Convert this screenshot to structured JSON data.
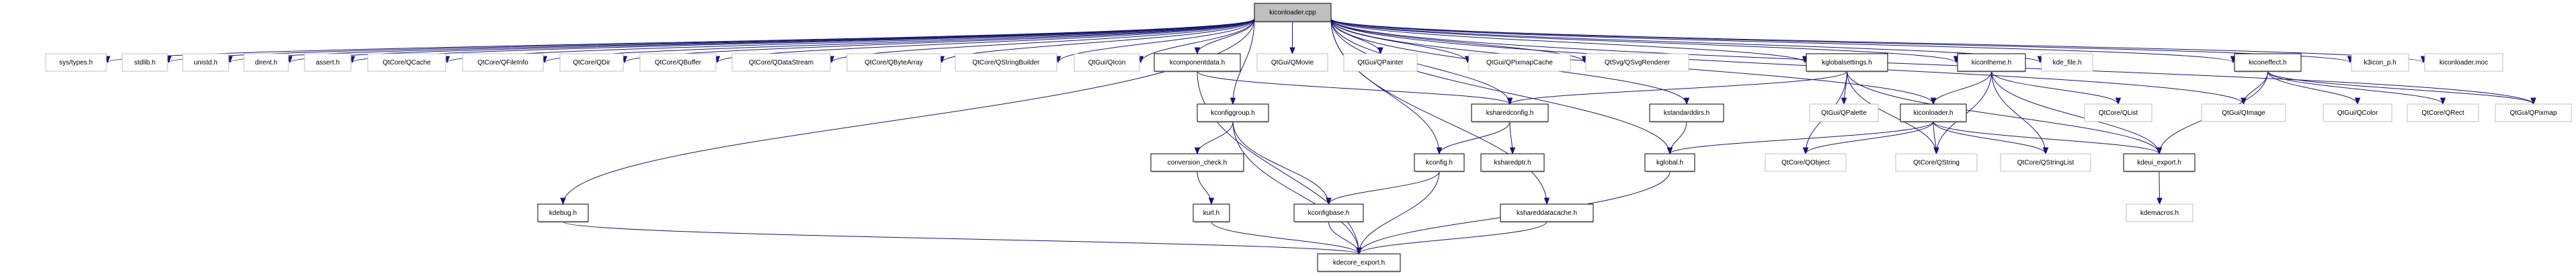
{
  "title": "kiconloader.cpp",
  "colors": {
    "edge": "#191970",
    "root_fill": "#bfbfbf",
    "internal_border": "#000000",
    "external_border": "#bfbfbf"
  },
  "nodes": [
    {
      "id": "kiconloader_cpp",
      "label": "kiconloader.cpp",
      "kind": "root"
    },
    {
      "id": "sys_types",
      "label": "sys/types.h",
      "kind": "ext"
    },
    {
      "id": "stdlib",
      "label": "stdlib.h",
      "kind": "ext"
    },
    {
      "id": "unistd",
      "label": "unistd.h",
      "kind": "ext"
    },
    {
      "id": "dirent",
      "label": "dirent.h",
      "kind": "ext"
    },
    {
      "id": "assert",
      "label": "assert.h",
      "kind": "ext"
    },
    {
      "id": "qcache",
      "label": "QtCore/QCache",
      "kind": "ext"
    },
    {
      "id": "qfileinfo",
      "label": "QtCore/QFileInfo",
      "kind": "ext"
    },
    {
      "id": "qdir",
      "label": "QtCore/QDir",
      "kind": "ext"
    },
    {
      "id": "qbuffer",
      "label": "QtCore/QBuffer",
      "kind": "ext"
    },
    {
      "id": "qdatastream",
      "label": "QtCore/QDataStream",
      "kind": "ext"
    },
    {
      "id": "qbytearray",
      "label": "QtCore/QByteArray",
      "kind": "ext"
    },
    {
      "id": "qstringbuilder",
      "label": "QtCore/QStringBuilder",
      "kind": "ext"
    },
    {
      "id": "qicon",
      "label": "QtGui/QIcon",
      "kind": "ext"
    },
    {
      "id": "kcomponentdata",
      "label": "kcomponentdata.h",
      "kind": "int"
    },
    {
      "id": "qmovie",
      "label": "QtGui/QMovie",
      "kind": "ext"
    },
    {
      "id": "qpainter",
      "label": "QtGui/QPainter",
      "kind": "ext"
    },
    {
      "id": "qpixmapcache",
      "label": "QtGui/QPixmapCache",
      "kind": "ext"
    },
    {
      "id": "qsvgrenderer",
      "label": "QtSvg/QSvgRenderer",
      "kind": "ext"
    },
    {
      "id": "kglobalsettings",
      "label": "kglobalsettings.h",
      "kind": "int"
    },
    {
      "id": "kicontheme",
      "label": "kicontheme.h",
      "kind": "int"
    },
    {
      "id": "kde_file",
      "label": "kde_file.h",
      "kind": "ext"
    },
    {
      "id": "kiconeffect",
      "label": "kiconeffect.h",
      "kind": "int"
    },
    {
      "id": "k3icon_p",
      "label": "k3icon_p.h",
      "kind": "ext"
    },
    {
      "id": "kiconloader_moc",
      "label": "kiconloader.moc",
      "kind": "ext"
    },
    {
      "id": "kconfiggroup",
      "label": "kconfiggroup.h",
      "kind": "int"
    },
    {
      "id": "ksharedconfig",
      "label": "ksharedconfig.h",
      "kind": "int"
    },
    {
      "id": "kstandarddirs",
      "label": "kstandarddirs.h",
      "kind": "int"
    },
    {
      "id": "qpalette",
      "label": "QtGui/QPalette",
      "kind": "ext"
    },
    {
      "id": "kiconloader_h",
      "label": "kiconloader.h",
      "kind": "int"
    },
    {
      "id": "qlist",
      "label": "QtCore/QList",
      "kind": "ext"
    },
    {
      "id": "qimage",
      "label": "QtGui/QImage",
      "kind": "ext"
    },
    {
      "id": "qcolor",
      "label": "QtGui/QColor",
      "kind": "ext"
    },
    {
      "id": "qrect",
      "label": "QtCore/QRect",
      "kind": "ext"
    },
    {
      "id": "qpixmap",
      "label": "QtGui/QPixmap",
      "kind": "ext"
    },
    {
      "id": "conversion_check",
      "label": "conversion_check.h",
      "kind": "int"
    },
    {
      "id": "kconfig",
      "label": "kconfig.h",
      "kind": "int"
    },
    {
      "id": "ksharedptr",
      "label": "ksharedptr.h",
      "kind": "int"
    },
    {
      "id": "kglobal",
      "label": "kglobal.h",
      "kind": "int"
    },
    {
      "id": "qobject",
      "label": "QtCore/QObject",
      "kind": "ext"
    },
    {
      "id": "qstring",
      "label": "QtCore/QString",
      "kind": "ext"
    },
    {
      "id": "qstringlist",
      "label": "QtCore/QStringList",
      "kind": "ext"
    },
    {
      "id": "kdeui_export",
      "label": "kdeui_export.h",
      "kind": "int"
    },
    {
      "id": "kdebug",
      "label": "kdebug.h",
      "kind": "int"
    },
    {
      "id": "kurl",
      "label": "kurl.h",
      "kind": "int"
    },
    {
      "id": "kconfigbase",
      "label": "kconfigbase.h",
      "kind": "int"
    },
    {
      "id": "kshareddatacache",
      "label": "kshareddatacache.h",
      "kind": "int"
    },
    {
      "id": "kdemacros",
      "label": "kdemacros.h",
      "kind": "ext"
    },
    {
      "id": "kdecore_export",
      "label": "kdecore_export.h",
      "kind": "int"
    }
  ],
  "edges": [
    [
      "kiconloader_cpp",
      "sys_types"
    ],
    [
      "kiconloader_cpp",
      "stdlib"
    ],
    [
      "kiconloader_cpp",
      "unistd"
    ],
    [
      "kiconloader_cpp",
      "dirent"
    ],
    [
      "kiconloader_cpp",
      "assert"
    ],
    [
      "kiconloader_cpp",
      "qcache"
    ],
    [
      "kiconloader_cpp",
      "qfileinfo"
    ],
    [
      "kiconloader_cpp",
      "qdir"
    ],
    [
      "kiconloader_cpp",
      "qbuffer"
    ],
    [
      "kiconloader_cpp",
      "qdatastream"
    ],
    [
      "kiconloader_cpp",
      "qbytearray"
    ],
    [
      "kiconloader_cpp",
      "qstringbuilder"
    ],
    [
      "kiconloader_cpp",
      "qicon"
    ],
    [
      "kiconloader_cpp",
      "kcomponentdata"
    ],
    [
      "kiconloader_cpp",
      "qmovie"
    ],
    [
      "kiconloader_cpp",
      "qpainter"
    ],
    [
      "kiconloader_cpp",
      "qpixmapcache"
    ],
    [
      "kiconloader_cpp",
      "qsvgrenderer"
    ],
    [
      "kiconloader_cpp",
      "kglobalsettings"
    ],
    [
      "kiconloader_cpp",
      "kicontheme"
    ],
    [
      "kiconloader_cpp",
      "kde_file"
    ],
    [
      "kiconloader_cpp",
      "kiconeffect"
    ],
    [
      "kiconloader_cpp",
      "k3icon_p"
    ],
    [
      "kiconloader_cpp",
      "kiconloader_moc"
    ],
    [
      "kiconloader_cpp",
      "kconfiggroup"
    ],
    [
      "kiconloader_cpp",
      "kdebug"
    ],
    [
      "kiconloader_cpp",
      "kconfig"
    ],
    [
      "kiconloader_cpp",
      "kstandarddirs"
    ],
    [
      "kiconloader_cpp",
      "kglobal"
    ],
    [
      "kiconloader_cpp",
      "kshareddatacache"
    ],
    [
      "kiconloader_cpp",
      "kiconloader_h"
    ],
    [
      "kiconloader_cpp",
      "qimage"
    ],
    [
      "kiconloader_cpp",
      "qpixmap"
    ],
    [
      "kiconloader_cpp",
      "ksharedconfig"
    ],
    [
      "kcomponentdata",
      "ksharedconfig"
    ],
    [
      "kcomponentdata",
      "kdecore_export"
    ],
    [
      "kglobalsettings",
      "ksharedconfig"
    ],
    [
      "kglobalsettings",
      "qpalette"
    ],
    [
      "kglobalsettings",
      "qobject"
    ],
    [
      "kglobalsettings",
      "qstring"
    ],
    [
      "kglobalsettings",
      "kdeui_export"
    ],
    [
      "kicontheme",
      "kiconloader_h"
    ],
    [
      "kicontheme",
      "qlist"
    ],
    [
      "kicontheme",
      "qstring"
    ],
    [
      "kicontheme",
      "qstringlist"
    ],
    [
      "kicontheme",
      "kdeui_export"
    ],
    [
      "kiconeffect",
      "qimage"
    ],
    [
      "kiconeffect",
      "qcolor"
    ],
    [
      "kiconeffect",
      "qrect"
    ],
    [
      "kiconeffect",
      "qpixmap"
    ],
    [
      "kiconeffect",
      "kdeui_export"
    ],
    [
      "kconfiggroup",
      "conversion_check"
    ],
    [
      "kconfiggroup",
      "kconfigbase"
    ],
    [
      "kconfiggroup",
      "kdecore_export"
    ],
    [
      "ksharedconfig",
      "kconfig"
    ],
    [
      "ksharedconfig",
      "ksharedptr"
    ],
    [
      "kstandarddirs",
      "kglobal"
    ],
    [
      "kiconloader_h",
      "kglobal"
    ],
    [
      "kiconloader_h",
      "qobject"
    ],
    [
      "kiconloader_h",
      "qstring"
    ],
    [
      "kiconloader_h",
      "qstringlist"
    ],
    [
      "kiconloader_h",
      "kdeui_export"
    ],
    [
      "conversion_check",
      "kurl"
    ],
    [
      "kconfig",
      "kconfigbase"
    ],
    [
      "kconfig",
      "kdecore_export"
    ],
    [
      "kglobal",
      "kdecore_export"
    ],
    [
      "kdeui_export",
      "kdemacros"
    ],
    [
      "kdebug",
      "kdecore_export"
    ],
    [
      "kurl",
      "kdecore_export"
    ],
    [
      "kconfigbase",
      "kdecore_export"
    ],
    [
      "kshareddatacache",
      "kdecore_export"
    ]
  ]
}
